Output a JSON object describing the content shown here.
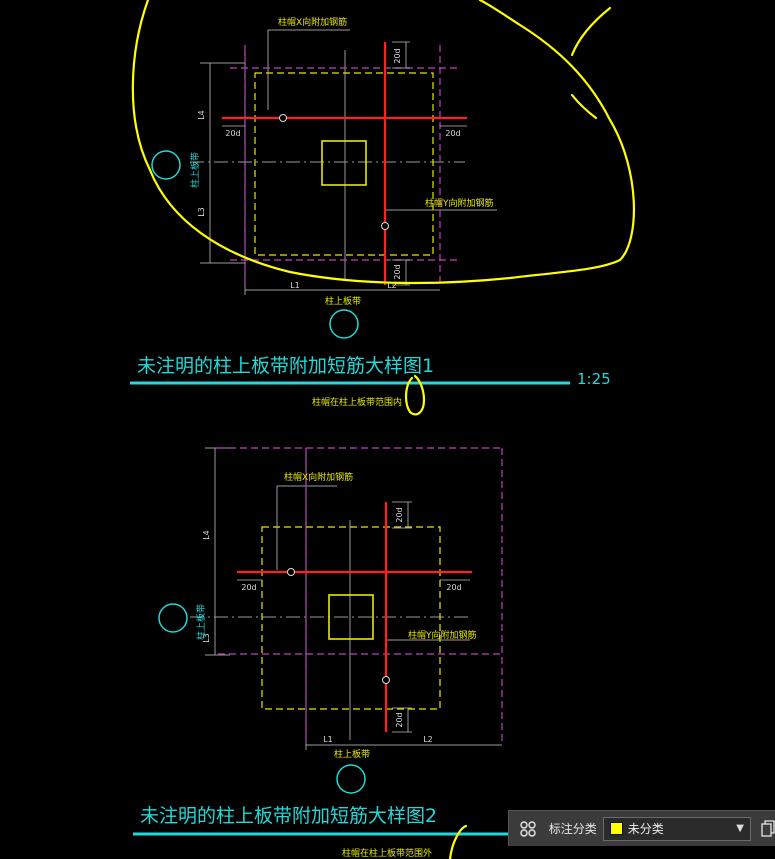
{
  "drawing1": {
    "title": "未注明的柱上板带附加短筋大样图1",
    "scale": "1:25",
    "note": "柱帽在柱上板带范围内",
    "label_x_rebar": "柱帽X向附加钢筋",
    "label_y_rebar": "柱帽Y向附加钢筋",
    "label_strip_v": "柱上板带",
    "label_strip_h": "柱上板带",
    "dim_top": "20d",
    "dim_left": "20d",
    "dim_right": "20d",
    "dim_bottom": "20d",
    "dim_l4": "L4",
    "dim_l3": "L3",
    "dim_l1": "L1",
    "dim_l2": "L2"
  },
  "drawing2": {
    "title": "未注明的柱上板带附加短筋大样图2",
    "note": "柱帽在柱上板带范围外",
    "label_x_rebar": "柱帽X向附加钢筋",
    "label_y_rebar": "柱帽Y向附加钢筋",
    "label_strip_v": "柱上板带",
    "label_strip_h": "柱上板带",
    "dim_top": "20d",
    "dim_left": "20d",
    "dim_right": "20d",
    "dim_bottom": "20d",
    "dim_l4": "L4",
    "dim_l3": "L3",
    "dim_l1": "L1",
    "dim_l2": "L2"
  },
  "annotation_panel": {
    "label": "标注分类",
    "category": "未分类",
    "category_color": "#ffff00"
  },
  "colors": {
    "background": "#000000",
    "rebar": "#ff2020",
    "column_cap": "#e8e800",
    "strip_boundary": "#c040c0",
    "title": "#22d8d8",
    "markup": "#ffff00"
  }
}
